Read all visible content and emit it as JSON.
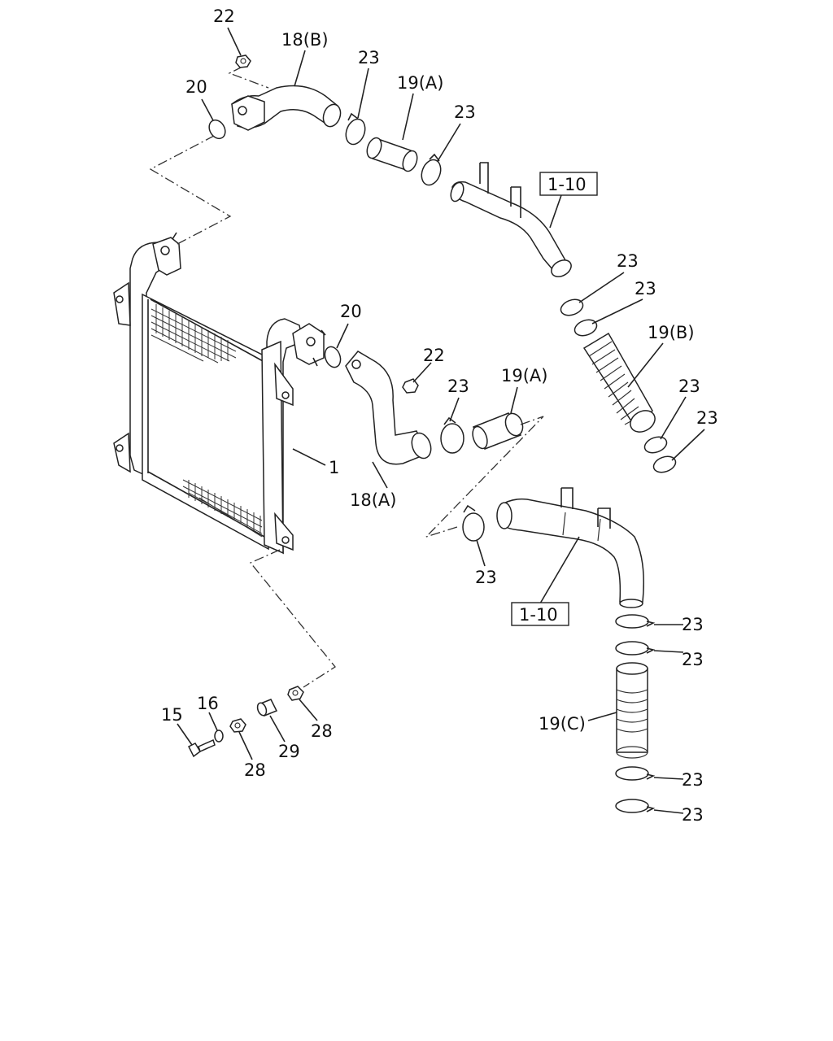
{
  "callouts": {
    "c22_top": "22",
    "c18b": "18(B)",
    "c20_top": "20",
    "c23_a": "23",
    "c19a_top": "19(A)",
    "c23_b": "23",
    "ref_top": "1-10",
    "c23_c": "23",
    "c23_d": "23",
    "c19b": "19(B)",
    "c23_e": "23",
    "c23_f": "23",
    "c20_mid": "20",
    "c22_mid": "22",
    "c23_g": "23",
    "c19a_mid": "19(A)",
    "c1": "1",
    "c18a": "18(A)",
    "c23_h": "23",
    "ref_bottom": "1-10",
    "c23_i": "23",
    "c23_j": "23",
    "c19c": "19(C)",
    "c23_k": "23",
    "c23_l": "23",
    "c15": "15",
    "c16": "16",
    "c28_left": "28",
    "c29": "29",
    "c28_right": "28"
  }
}
